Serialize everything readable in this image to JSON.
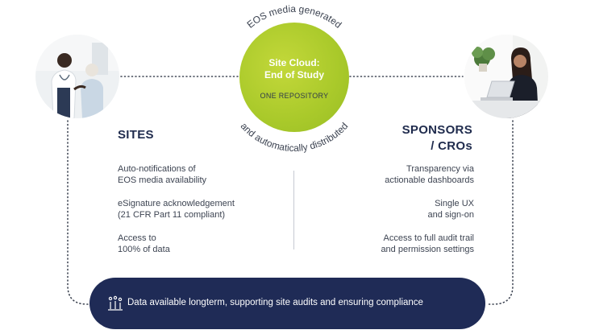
{
  "colors": {
    "navy": "#1f2b56",
    "lime": "#a9c92a",
    "text": "#3d4452"
  },
  "center": {
    "arc_top": "EOS media generated",
    "arc_bottom": "and automatically distributed",
    "title_line1": "Site Cloud:",
    "title_line2": "End of Study",
    "subtitle": "ONE REPOSITORY"
  },
  "left": {
    "photo_icon": "doctor-patient-photo",
    "heading": "SITES",
    "items": [
      {
        "line1": "Auto-notifications of",
        "line2": "EOS media availability"
      },
      {
        "line1": "eSignature acknowledgement",
        "line2": "(21 CFR Part 11 compliant)"
      },
      {
        "line1": "Access to",
        "line2": "100% of data"
      }
    ]
  },
  "right": {
    "photo_icon": "woman-at-laptop-photo",
    "heading_line1": "SPONSORS",
    "heading_line2": "/ CROs",
    "items": [
      {
        "line1": "Transparency via",
        "line2": "actionable dashboards"
      },
      {
        "line1": "Single UX",
        "line2": "and sign-on"
      },
      {
        "line1": "Access to full audit trail",
        "line2": "and permission settings"
      }
    ]
  },
  "banner": {
    "icon": "bar-chart-people-icon",
    "text": "Data available longterm, supporting site audits and ensuring compliance"
  }
}
